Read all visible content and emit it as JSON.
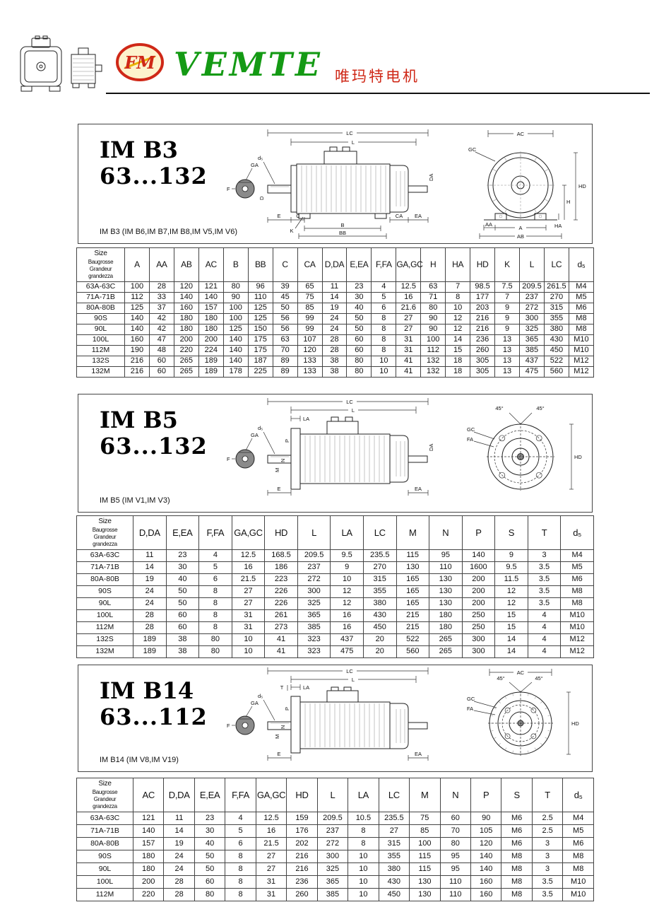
{
  "header": {
    "fm_text": "FM",
    "brand_name": "VEMTE",
    "brand_cn": "唯玛特电机",
    "colors": {
      "green": "#149a14",
      "red": "#cf2817",
      "logo_fill": "#fdf3cd"
    }
  },
  "sections": [
    {
      "title_line1": "IM B3",
      "title_line2": "63...132",
      "note": "IM B3 (IM B6,IM B7,IM B8,IM V5,IM V6)",
      "side_labels": {
        "lc": "LC",
        "l": "L",
        "ga": "GA",
        "d5": "d₅",
        "f": "F",
        "d": "D",
        "e": "E",
        "c": "C",
        "b": "B",
        "bb": "BB",
        "ca": "CA",
        "ea": "EA",
        "k": "K",
        "da": "DA"
      },
      "end_labels": {
        "ac": "AC",
        "gc": "GC",
        "hd": "HD",
        "h": "H",
        "ha": "HA",
        "aa": "AA",
        "a": "A",
        "ab": "AB"
      },
      "table": {
        "size_header": [
          "Size",
          "Baugrosse",
          "Grandeur",
          "grandezza"
        ],
        "columns": [
          "A",
          "AA",
          "AB",
          "AC",
          "B",
          "BB",
          "C",
          "CA",
          "D,DA",
          "E,EA",
          "F,FA",
          "GA,GC",
          "H",
          "HA",
          "HD",
          "K",
          "L",
          "LC",
          "d₅"
        ],
        "rows": [
          [
            "63A-63C",
            "100",
            "28",
            "120",
            "121",
            "80",
            "96",
            "39",
            "65",
            "11",
            "23",
            "4",
            "12.5",
            "63",
            "7",
            "98.5",
            "7.5",
            "209.5",
            "261.5",
            "M4"
          ],
          [
            "71A-71B",
            "112",
            "33",
            "140",
            "140",
            "90",
            "110",
            "45",
            "75",
            "14",
            "30",
            "5",
            "16",
            "71",
            "8",
            "177",
            "7",
            "237",
            "270",
            "M5"
          ],
          [
            "80A-80B",
            "125",
            "37",
            "160",
            "157",
            "100",
            "125",
            "50",
            "85",
            "19",
            "40",
            "6",
            "21.6",
            "80",
            "10",
            "203",
            "9",
            "272",
            "315",
            "M6"
          ],
          [
            "90S",
            "140",
            "42",
            "180",
            "180",
            "100",
            "125",
            "56",
            "99",
            "24",
            "50",
            "8",
            "27",
            "90",
            "12",
            "216",
            "9",
            "300",
            "355",
            "M8"
          ],
          [
            "90L",
            "140",
            "42",
            "180",
            "180",
            "125",
            "150",
            "56",
            "99",
            "24",
            "50",
            "8",
            "27",
            "90",
            "12",
            "216",
            "9",
            "325",
            "380",
            "M8"
          ],
          [
            "100L",
            "160",
            "47",
            "200",
            "200",
            "140",
            "175",
            "63",
            "107",
            "28",
            "60",
            "8",
            "31",
            "100",
            "14",
            "236",
            "13",
            "365",
            "430",
            "M10"
          ],
          [
            "112M",
            "190",
            "48",
            "220",
            "224",
            "140",
            "175",
            "70",
            "120",
            "28",
            "60",
            "8",
            "31",
            "112",
            "15",
            "260",
            "13",
            "385",
            "450",
            "M10"
          ],
          [
            "132S",
            "216",
            "60",
            "265",
            "189",
            "140",
            "187",
            "89",
            "133",
            "38",
            "80",
            "10",
            "41",
            "132",
            "18",
            "305",
            "13",
            "437",
            "522",
            "M12"
          ],
          [
            "132M",
            "216",
            "60",
            "265",
            "189",
            "178",
            "225",
            "89",
            "133",
            "38",
            "80",
            "10",
            "41",
            "132",
            "18",
            "305",
            "13",
            "475",
            "560",
            "M12"
          ]
        ]
      }
    },
    {
      "title_line1": "IM B5",
      "title_line2": "63...132",
      "note": "IM B5 (IM V1,IM V3)",
      "side_labels": {
        "lc": "LC",
        "l": "L",
        "la": "LA",
        "ga": "GA",
        "d5": "d₅",
        "f": "F",
        "e": "E",
        "ea": "EA",
        "m": "M",
        "n": "N",
        "p": "P",
        "da": "DA"
      },
      "end_labels": {
        "a45l": "45°",
        "a45r": "45°",
        "gc": "GC",
        "fa": "FA",
        "hd": "HD"
      },
      "table": {
        "size_header": [
          "Size",
          "Baugrosse",
          "Grandeur",
          "grandezza"
        ],
        "columns": [
          "D,DA",
          "E,EA",
          "F,FA",
          "GA,GC",
          "HD",
          "L",
          "LA",
          "LC",
          "M",
          "N",
          "P",
          "S",
          "T",
          "d₅"
        ],
        "rows": [
          [
            "63A-63C",
            "11",
            "23",
            "4",
            "12.5",
            "168.5",
            "209.5",
            "9.5",
            "235.5",
            "115",
            "95",
            "140",
            "9",
            "3",
            "M4"
          ],
          [
            "71A-71B",
            "14",
            "30",
            "5",
            "16",
            "186",
            "237",
            "9",
            "270",
            "130",
            "110",
            "1600",
            "9.5",
            "3.5",
            "M5"
          ],
          [
            "80A-80B",
            "19",
            "40",
            "6",
            "21.5",
            "223",
            "272",
            "10",
            "315",
            "165",
            "130",
            "200",
            "11.5",
            "3.5",
            "M6"
          ],
          [
            "90S",
            "24",
            "50",
            "8",
            "27",
            "226",
            "300",
            "12",
            "355",
            "165",
            "130",
            "200",
            "12",
            "3.5",
            "M8"
          ],
          [
            "90L",
            "24",
            "50",
            "8",
            "27",
            "226",
            "325",
            "12",
            "380",
            "165",
            "130",
            "200",
            "12",
            "3.5",
            "M8"
          ],
          [
            "100L",
            "28",
            "60",
            "8",
            "31",
            "261",
            "365",
            "16",
            "430",
            "215",
            "180",
            "250",
            "15",
            "4",
            "M10"
          ],
          [
            "112M",
            "28",
            "60",
            "8",
            "31",
            "273",
            "385",
            "16",
            "450",
            "215",
            "180",
            "250",
            "15",
            "4",
            "M10"
          ],
          [
            "132S",
            "189",
            "38",
            "80",
            "10",
            "41",
            "323",
            "437",
            "20",
            "522",
            "265",
            "300",
            "14",
            "4",
            "M12"
          ],
          [
            "132M",
            "189",
            "38",
            "80",
            "10",
            "41",
            "323",
            "475",
            "20",
            "560",
            "265",
            "300",
            "14",
            "4",
            "M12"
          ]
        ]
      }
    },
    {
      "title_line1": "IM B14",
      "title_line2": "63...112",
      "note": "IM B14 (IM V8,IM V19)",
      "side_labels": {
        "lc": "LC",
        "l": "L",
        "t": "T",
        "la": "LA",
        "ga": "GA",
        "d5": "d₅",
        "f": "F",
        "e": "E",
        "ea": "EA",
        "m": "M",
        "n": "N",
        "p": "P"
      },
      "end_labels": {
        "ac": "AC",
        "a45l": "45°",
        "a45r": "45°",
        "gc": "GC",
        "fa": "FA",
        "hd": "HD"
      },
      "table": {
        "size_header": [
          "Size",
          "Baugrosse",
          "Grandeur",
          "grandezza"
        ],
        "columns": [
          "AC",
          "D,DA",
          "E,EA",
          "F,FA",
          "GA,GC",
          "HD",
          "L",
          "LA",
          "LC",
          "M",
          "N",
          "P",
          "S",
          "T",
          "d₅"
        ],
        "rows": [
          [
            "63A-63C",
            "121",
            "11",
            "23",
            "4",
            "12.5",
            "159",
            "209.5",
            "10.5",
            "235.5",
            "75",
            "60",
            "90",
            "M6",
            "2.5",
            "M4"
          ],
          [
            "71A-71B",
            "140",
            "14",
            "30",
            "5",
            "16",
            "176",
            "237",
            "8",
            "27",
            "85",
            "70",
            "105",
            "M6",
            "2.5",
            "M5"
          ],
          [
            "80A-80B",
            "157",
            "19",
            "40",
            "6",
            "21.5",
            "202",
            "272",
            "8",
            "315",
            "100",
            "80",
            "120",
            "M6",
            "3",
            "M6"
          ],
          [
            "90S",
            "180",
            "24",
            "50",
            "8",
            "27",
            "216",
            "300",
            "10",
            "355",
            "115",
            "95",
            "140",
            "M8",
            "3",
            "M8"
          ],
          [
            "90L",
            "180",
            "24",
            "50",
            "8",
            "27",
            "216",
            "325",
            "10",
            "380",
            "115",
            "95",
            "140",
            "M8",
            "3",
            "M8"
          ],
          [
            "100L",
            "200",
            "28",
            "60",
            "8",
            "31",
            "236",
            "365",
            "10",
            "430",
            "130",
            "110",
            "160",
            "M8",
            "3.5",
            "M10"
          ],
          [
            "112M",
            "220",
            "28",
            "80",
            "8",
            "31",
            "260",
            "385",
            "10",
            "450",
            "130",
            "110",
            "160",
            "M8",
            "3.5",
            "M10"
          ]
        ]
      }
    }
  ]
}
